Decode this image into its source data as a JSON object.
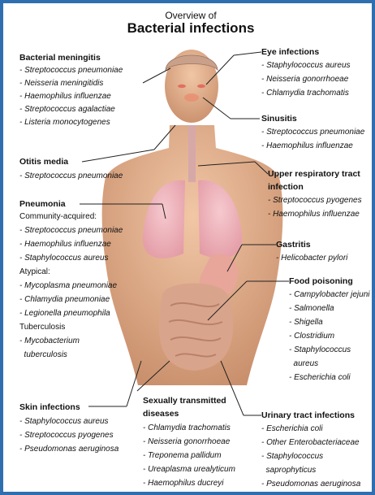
{
  "title": {
    "line1": "Overview of",
    "line2": "Bacterial infections"
  },
  "colors": {
    "border": "#2f6fb0",
    "skin": "#e8b896",
    "lung": "#f2b6bd",
    "gut": "#d9a48c",
    "line": "#222222"
  },
  "sections": {
    "meningitis": {
      "heading": "Bacterial meningitis",
      "items": [
        "- Streptococcus pneumoniae",
        "- Neisseria meningitidis",
        "- Haemophilus influenzae",
        "- Streptococcus agalactiae",
        "- Listeria monocytogenes"
      ]
    },
    "otitis": {
      "heading": "Otitis media",
      "items": [
        "- Streptococcus pneumoniae"
      ]
    },
    "pneumonia": {
      "heading": "Pneumonia",
      "lines": [
        {
          "text": "Community-acquired:",
          "italic": false
        },
        {
          "text": "- Streptococcus pneumoniae",
          "italic": true
        },
        {
          "text": "- Haemophilus influenzae",
          "italic": true
        },
        {
          "text": "- Staphylococcus aureus",
          "italic": true
        },
        {
          "text": "Atypical:",
          "italic": false
        },
        {
          "text": "- Mycoplasma pneumoniae",
          "italic": true
        },
        {
          "text": "- Chlamydia pneumoniae",
          "italic": true
        },
        {
          "text": "- Legionella pneumophila",
          "italic": true
        },
        {
          "text": "Tuberculosis",
          "italic": false
        },
        {
          "text": "- Mycobacterium",
          "italic": true
        },
        {
          "text": "  tuberculosis",
          "italic": true
        }
      ]
    },
    "skin": {
      "heading": "Skin infections",
      "items": [
        "- Staphylococcus aureus",
        "- Streptococcus pyogenes",
        "- Pseudomonas aeruginosa"
      ]
    },
    "std": {
      "heading": [
        "Sexually transmitted",
        "diseases"
      ],
      "items": [
        "- Chlamydia trachomatis",
        "- Neisseria gonorrhoeae",
        "- Treponema pallidum",
        "- Ureaplasma urealyticum",
        "- Haemophilus ducreyi"
      ]
    },
    "eye": {
      "heading": "Eye infections",
      "items": [
        "- Staphylococcus aureus",
        "- Neisseria gonorrhoeae",
        "- Chlamydia trachomatis"
      ]
    },
    "sinusitis": {
      "heading": "Sinusitis",
      "items": [
        "- Streptococcus pneumoniae",
        "- Haemophilus influenzae"
      ]
    },
    "urti": {
      "heading": [
        "Upper respiratory tract",
        "infection"
      ],
      "items": [
        "- Streptococcus pyogenes",
        "- Haemophilus influenzae"
      ]
    },
    "gastritis": {
      "heading": "Gastritis",
      "items": [
        "- Helicobacter pylori"
      ]
    },
    "food": {
      "heading": "Food poisoning",
      "items": [
        "- Campylobacter jejuni",
        "- Salmonella",
        "- Shigella",
        "- Clostridium",
        "- Staphylococcus",
        "  aureus",
        "- Escherichia coli"
      ]
    },
    "uti": {
      "heading": "Urinary tract infections",
      "items": [
        "- Escherichia coli",
        "- Other Enterobacteriaceae",
        "- Staphylococcus",
        "  saprophyticus",
        "- Pseudomonas aeruginosa"
      ]
    }
  }
}
